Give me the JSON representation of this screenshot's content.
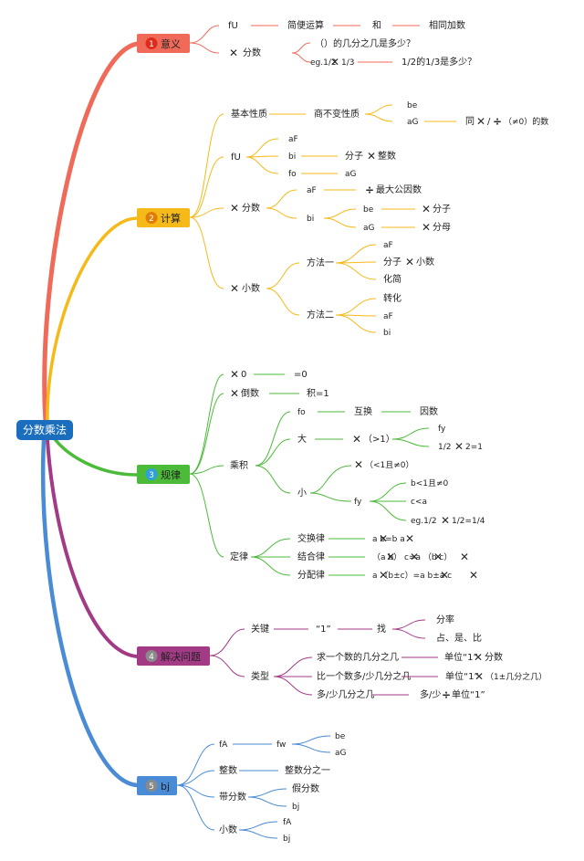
{
  "root": {
    "label": "分数乘法"
  },
  "colors": {
    "yiyi": "#f06a5a",
    "jisuan": "#f5b91a",
    "guilv": "#4cbb3a",
    "jiejue": "#a33a86",
    "bj": "#4a8bd6",
    "root": "#1a6ebd"
  },
  "b1": {
    "num": "1",
    "label": "意义",
    "fU": "fU",
    "l1": "简便运算",
    "l2": "和",
    "l3": "相同加数",
    "x": "分数",
    "q": "（）的几分之几是多少？",
    "eg": "eg.1/2",
    "eg2": "1/3",
    "egq": "1/2的1/3是多少？"
  },
  "b2": {
    "num": "2",
    "label": "计算",
    "jb": "基本性质",
    "sb": "商不变性质",
    "be": "be",
    "aG": "aG",
    "tong": "同",
    "ne0": "（≠0）的数",
    "fU": "fU",
    "aF": "aF",
    "bi": "bi",
    "fo": "fo",
    "fzz": "分子",
    "zs": "整数",
    "aG2": "aG",
    "xfs": "分数",
    "aF2": "aF",
    "zdgys": "最大公因数",
    "bi2": "bi",
    "be2": "be",
    "aG3": "aG",
    "fz": "分子",
    "fm": "分母",
    "xxs": "小数",
    "ff1": "方法一",
    "aF3": "aF",
    "fzxs": "分子",
    "xs": "小数",
    "hj": "化简",
    "ff2": "方法二",
    "zh": "转化",
    "aF4": "aF",
    "bi3": "bi"
  },
  "b3": {
    "num": "3",
    "label": "规律",
    "x0": "0",
    "eq0": "=0",
    "xds": "倒数",
    "ji1": "积=1",
    "cj": "乘积",
    "fo": "fo",
    "hh": "互换",
    "ys": "因数",
    "da": "大",
    "gt1": "（>1）",
    "fy": "fy",
    "half2": "1/2",
    "eq1": "2=1",
    "xiao": "小",
    "lt1": "（<1且≠0）",
    "fy2": "fy",
    "b1": "b<1且≠0",
    "ca": "c<a",
    "eg3": "eg.1/2",
    "eg3b": "1/2=1/4",
    "dl": "定律",
    "jhl": "交换律",
    "jhl_f": "a    b=b    a",
    "jhl2": "结合律",
    "jhl2_f": "（a    b）   c=a    （b    c）",
    "fpl": "分配律",
    "fpl_f": "a    （b±c）=a    b±a    c"
  },
  "b4": {
    "num": "4",
    "label": "解决问题",
    "gj": "关键",
    "one": "“1”",
    "zhao": "找",
    "fl": "分率",
    "zsb": "占、是、比",
    "lx": "类型",
    "t1": "求一个数的几分之几",
    "t1a": "单位“1”",
    "t1b": "分数",
    "t2": "比一个数多/少几分之几",
    "t2a": "单位“1”",
    "t2b": "（1±几分之几）",
    "t3": "多/少几分之几",
    "t3a": "多/少",
    "t3b": "单位“1”"
  },
  "b5": {
    "num": "5",
    "label": "bj",
    "fA": "fA",
    "fw": "fw",
    "be": "be",
    "aG": "aG",
    "zs": "整数",
    "zsfzy": "整数分之一",
    "dfs": "带分数",
    "jfs": "假分数",
    "bj1": "bj",
    "xs": "小数",
    "fA2": "fA",
    "bj2": "bj"
  }
}
